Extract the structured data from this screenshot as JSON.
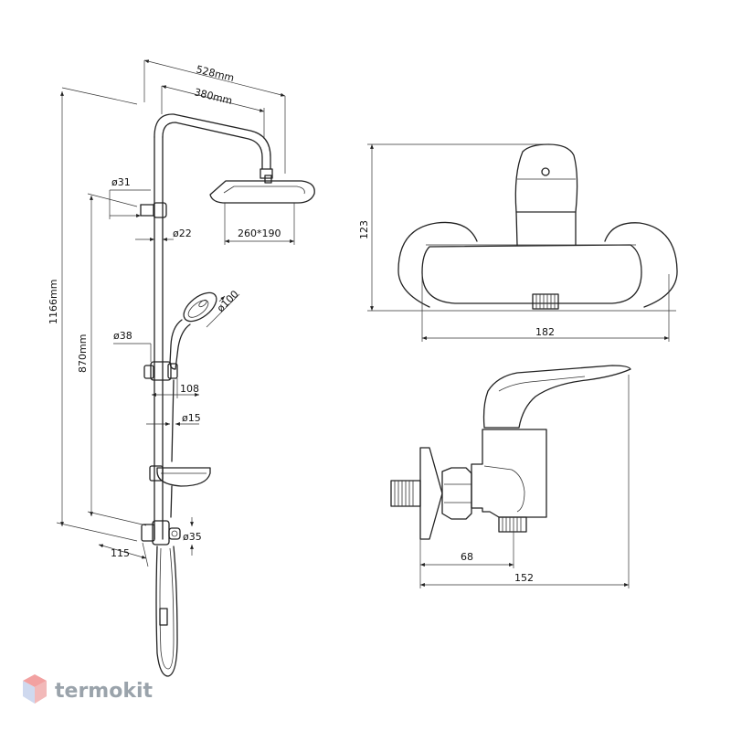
{
  "dimensions": {
    "total_width": "528mm",
    "arm_length": "380mm",
    "head_size": "260*190",
    "bracket_diameter": "ø31",
    "pipe_diameter": "ø22",
    "overall_height": "1166mm",
    "bar_height": "870mm",
    "hand_shower_diameter": "ø100",
    "slider_diameter": "ø38",
    "hand_projection": "108",
    "hose_diameter": "ø15",
    "lower_diameter": "ø35",
    "base_offset": "115",
    "mixer_height": "123",
    "mixer_width": "182",
    "spout_offset": "68",
    "mixer_depth": "152"
  },
  "watermark": {
    "brand": "termokit"
  }
}
